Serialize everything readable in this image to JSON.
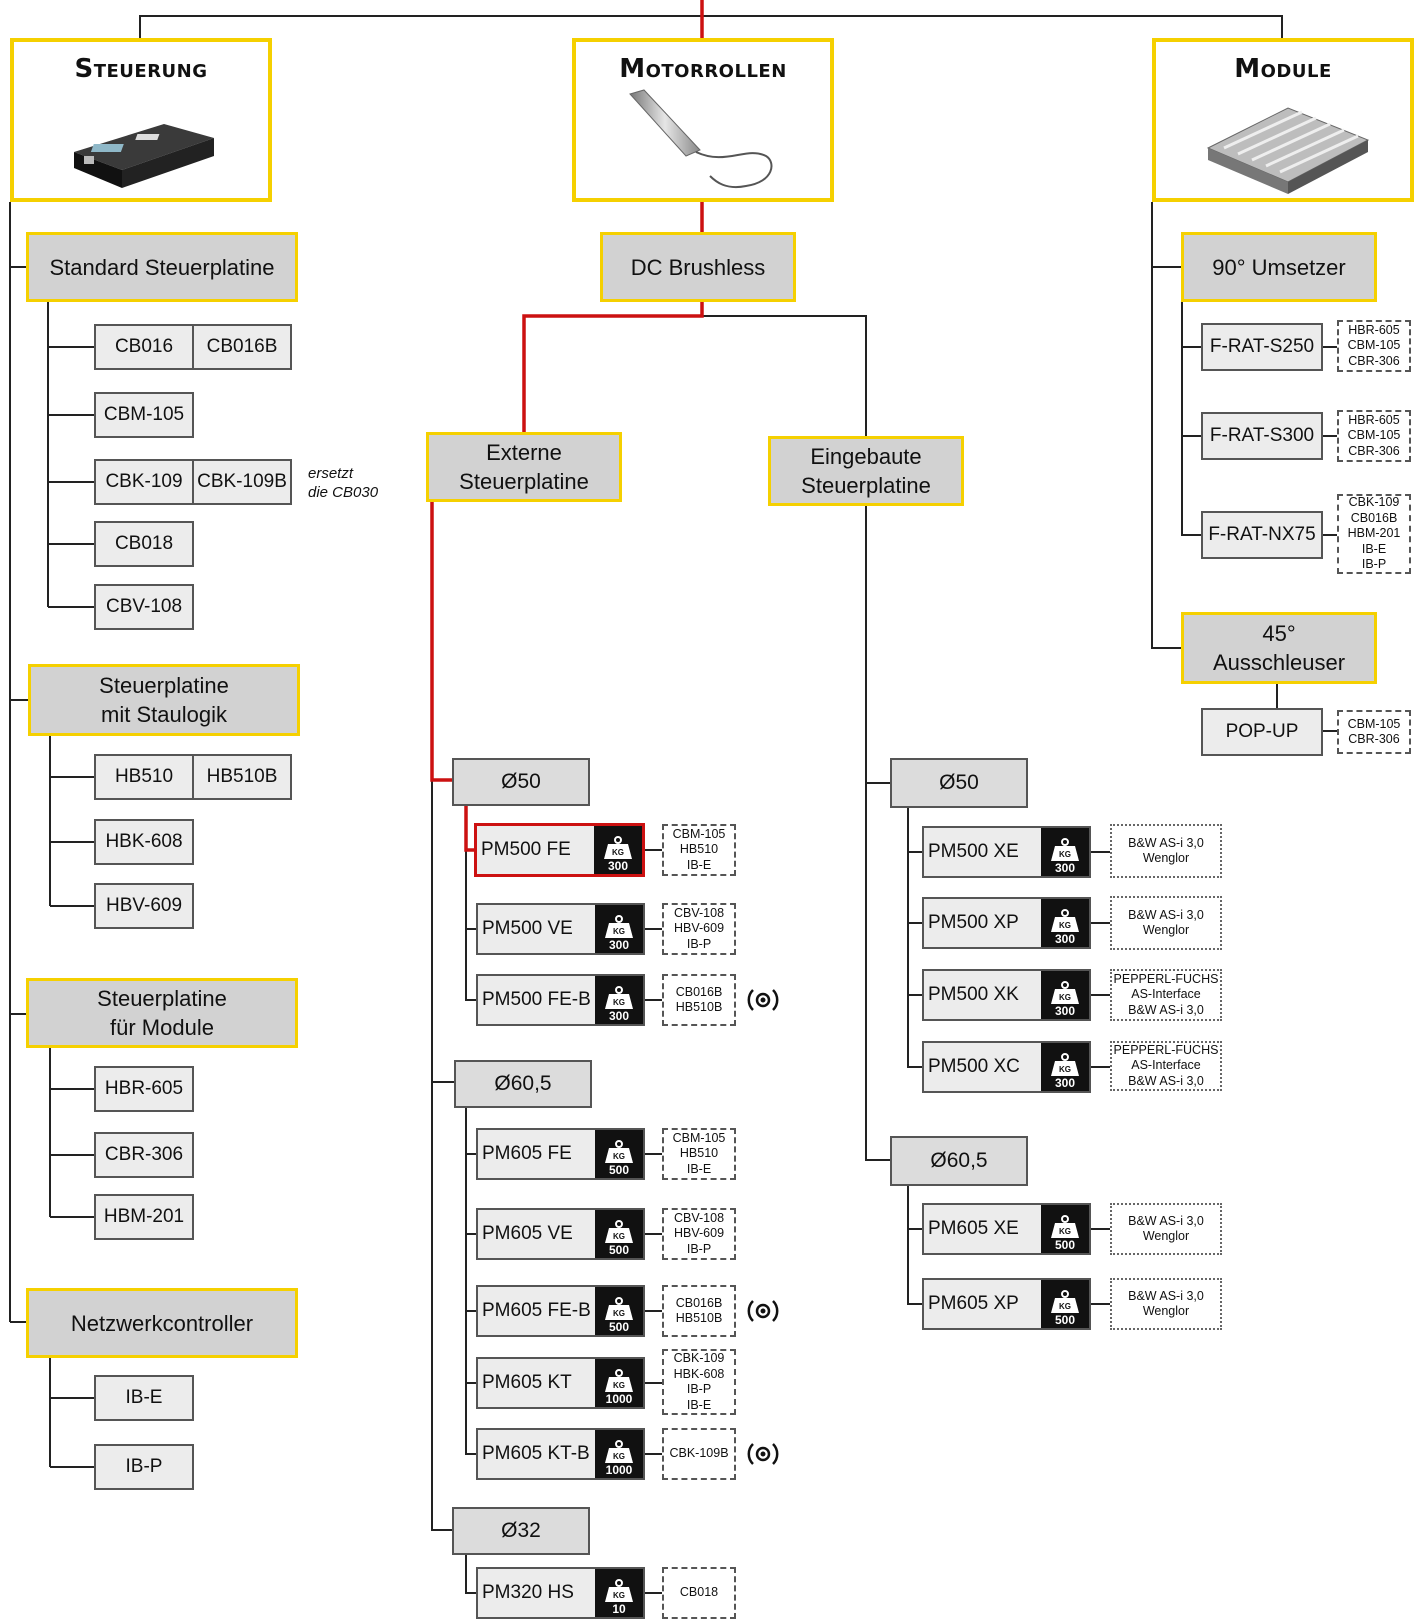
{
  "headers": {
    "steuerung": "Steuerung",
    "motorrollen": "Motorrollen",
    "module": "Module"
  },
  "categories": {
    "standard": "Standard Steuerplatine",
    "staulogik": "Steuerplatine\nmit Staulogik",
    "module": "Steuerplatine\nfür Module",
    "netzwerk": "Netzwerkcontroller",
    "dc": "DC Brushless",
    "externe": "Externe\nSteuerplatine",
    "eingebaute": "Eingebaute\nSteuerplatine",
    "umsetzer": "90° Umsetzer",
    "ausschleuser": "45°\nAusschleuser"
  },
  "boards": {
    "cb016": "CB016",
    "cb016b": "CB016B",
    "cbm105": "CBM-105",
    "cbk109": "CBK-109",
    "cbk109b": "CBK-109B",
    "cb018": "CB018",
    "cbv108": "CBV-108",
    "hb510": "HB510",
    "hb510b": "HB510B",
    "hbk608": "HBK-608",
    "hbv609": "HBV-609",
    "hbr605": "HBR-605",
    "cbr306": "CBR-306",
    "hbm201": "HBM-201",
    "ibe": "IB-E",
    "ibp": "IB-P"
  },
  "note_ersetzt": "ersetzt\ndie CB030",
  "diameters": {
    "ext50": "Ø50",
    "ext605": "Ø60,5",
    "ext32": "Ø32",
    "int50": "Ø50",
    "int605": "Ø60,5"
  },
  "kg_label": "KG",
  "motors": {
    "pm500fe": {
      "label": "PM500 FE",
      "kg": "300"
    },
    "pm500ve": {
      "label": "PM500 VE",
      "kg": "300"
    },
    "pm500feb": {
      "label": "PM500 FE-B",
      "kg": "300"
    },
    "pm605fe": {
      "label": "PM605 FE",
      "kg": "500"
    },
    "pm605ve": {
      "label": "PM605 VE",
      "kg": "500"
    },
    "pm605feb": {
      "label": "PM605 FE-B",
      "kg": "500"
    },
    "pm605kt": {
      "label": "PM605 KT",
      "kg": "1000"
    },
    "pm605ktb": {
      "label": "PM605 KT-B",
      "kg": "1000"
    },
    "pm320hs": {
      "label": "PM320 HS",
      "kg": "10"
    },
    "pm500xe": {
      "label": "PM500 XE",
      "kg": "300"
    },
    "pm500xp": {
      "label": "PM500 XP",
      "kg": "300"
    },
    "pm500xk": {
      "label": "PM500 XK",
      "kg": "300"
    },
    "pm500xc": {
      "label": "PM500 XC",
      "kg": "300"
    },
    "pm605xe": {
      "label": "PM605 XE",
      "kg": "500"
    },
    "pm605xp": {
      "label": "PM605 XP",
      "kg": "500"
    }
  },
  "compat": {
    "pm500fe": [
      "CBM-105",
      "HB510",
      "IB-E"
    ],
    "pm500ve": [
      "CBV-108",
      "HBV-609",
      "IB-P"
    ],
    "pm500feb": [
      "CB016B",
      "HB510B"
    ],
    "pm605fe": [
      "CBM-105",
      "HB510",
      "IB-E"
    ],
    "pm605ve": [
      "CBV-108",
      "HBV-609",
      "IB-P"
    ],
    "pm605feb": [
      "CB016B",
      "HB510B"
    ],
    "pm605kt": [
      "CBK-109",
      "HBK-608",
      "IB-P",
      "IB-E"
    ],
    "pm605ktb": [
      "CBK-109B"
    ],
    "pm320hs": [
      "CB018"
    ],
    "pm500xe": [
      "B&W AS-i 3,0",
      "Wenglor"
    ],
    "pm500xp": [
      "B&W AS-i 3,0",
      "Wenglor"
    ],
    "pm500xk": [
      "PEPPERL-FUCHS",
      "AS-Interface",
      "B&W AS-i 3,0"
    ],
    "pm500xc": [
      "PEPPERL-FUCHS",
      "AS-Interface",
      "B&W AS-i 3,0"
    ],
    "pm605xe": [
      "B&W AS-i 3,0",
      "Wenglor"
    ],
    "pm605xp": [
      "B&W AS-i 3,0",
      "Wenglor"
    ],
    "s250": [
      "HBR-605",
      "CBM-105",
      "CBR-306"
    ],
    "s300": [
      "HBR-605",
      "CBM-105",
      "CBR-306"
    ],
    "nx75": [
      "CBK-109",
      "CB016B",
      "HBM-201",
      "IB-E",
      "IB-P"
    ],
    "popup": [
      "CBM-105",
      "CBR-306"
    ]
  },
  "module_items": {
    "s250": "F-RAT-S250",
    "s300": "F-RAT-S300",
    "nx75": "F-RAT-NX75",
    "popup": "POP-UP"
  },
  "colors": {
    "accent_yellow": "#f5d000",
    "highlight_red": "#cc1111",
    "category_gray": "#d2d2d2"
  }
}
